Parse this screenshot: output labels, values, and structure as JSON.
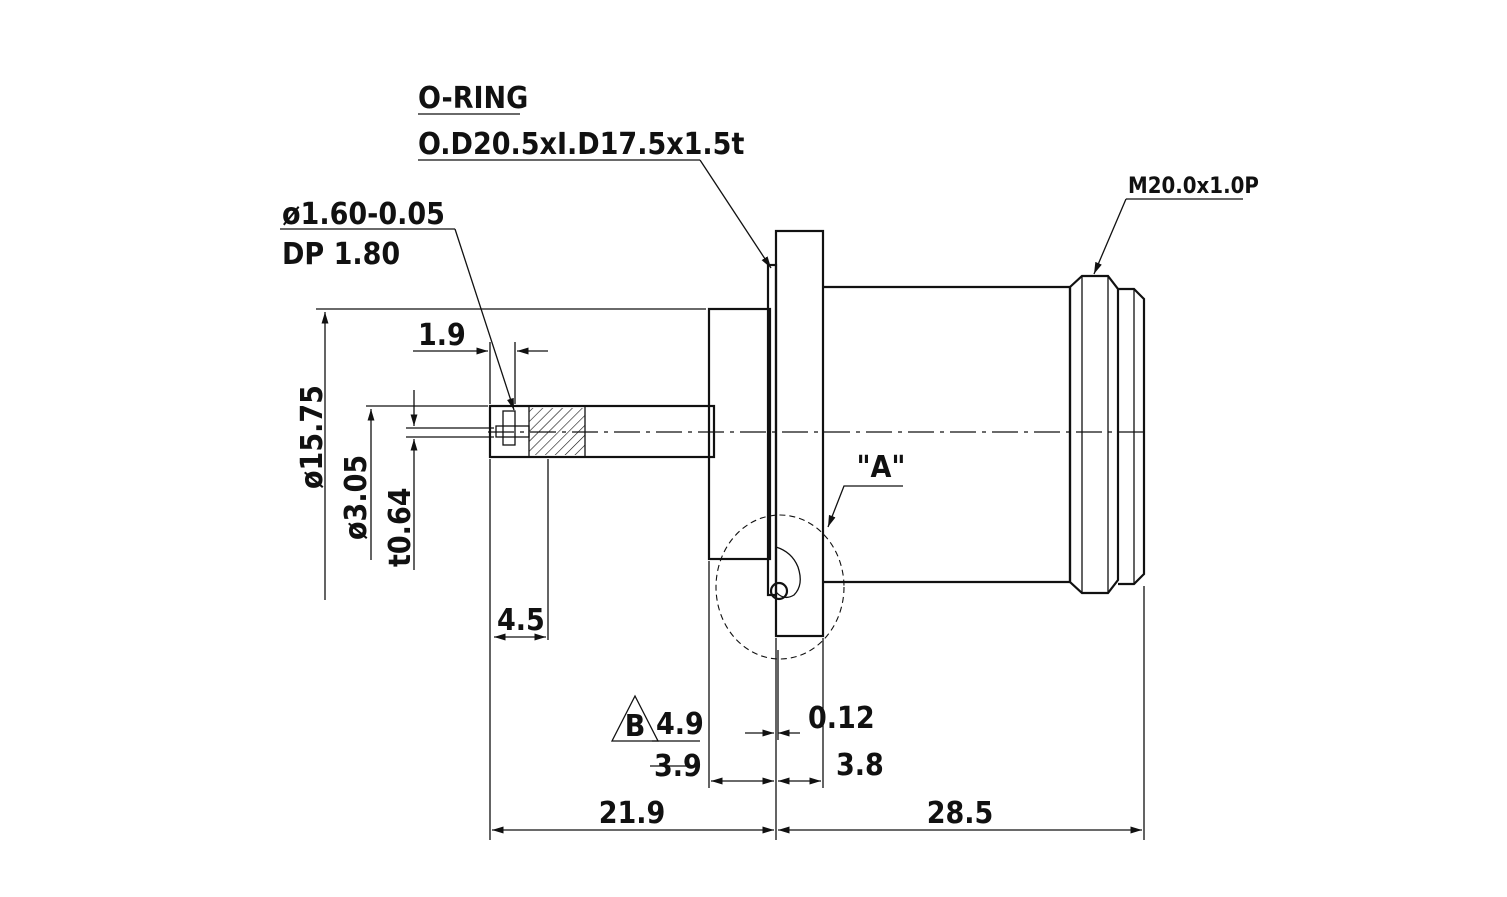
{
  "labels": {
    "oring_title": "O-RING",
    "oring_spec": "O.D20.5xI.D17.5x1.5t",
    "hole_dia": "ø1.60-0.05",
    "hole_depth": "DP 1.80",
    "thread": "M20.0x1.0P",
    "detail_a": "\"A\"",
    "dim_1_9": "1.9",
    "dim_15_75": "ø15.75",
    "dim_3_05": "ø3.05",
    "dim_0_64": "t0.64",
    "dim_4_5": "4.5",
    "datum_b": "B",
    "dim_4_9": "4.9",
    "dim_3_9": "3.9",
    "dim_0_12": "0.12",
    "dim_3_8": "3.8",
    "dim_21_9": "21.9",
    "dim_28_5": "28.5"
  }
}
